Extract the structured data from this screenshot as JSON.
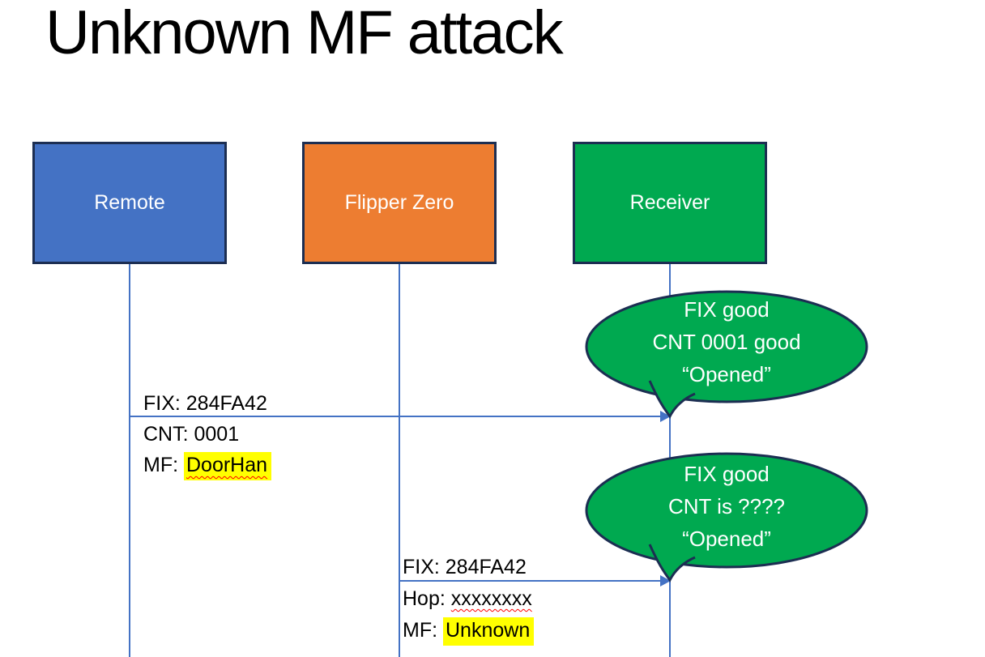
{
  "slide": {
    "title": "Unknown MF attack"
  },
  "actors": [
    {
      "label": "Remote",
      "fill": "#4472C4"
    },
    {
      "label": "Flipper Zero",
      "fill": "#ED7D31"
    },
    {
      "label": "Receiver",
      "fill": "#00A950"
    }
  ],
  "messages": [
    {
      "from": "Remote",
      "to": "Receiver",
      "fix_line": "FIX: 284FA42",
      "cnt_line": "CNT: 0001",
      "mf_prefix": "MF: ",
      "mf_value": "DoorHan"
    },
    {
      "from": "Flipper Zero",
      "to": "Receiver",
      "fix_line": "FIX: 284FA42",
      "hop_prefix": "Hop: ",
      "hop_value": "xxxxxxxx",
      "mf_prefix": "MF: ",
      "mf_value": "Unknown"
    }
  ],
  "callouts": [
    {
      "line1": "FIX good",
      "line2": "CNT 0001 good",
      "line3": "“Opened”"
    },
    {
      "line1": "FIX good",
      "line2": "CNT is ????",
      "line3": "“Opened”"
    }
  ],
  "colors": {
    "actor_remote_fill": "#4472C4",
    "actor_flipper_fill": "#ED7D31",
    "actor_receiver_fill": "#00A950",
    "callout_fill": "#00A950",
    "shape_outline": "#1C2E52",
    "connector": "#4472C4",
    "highlight": "#FFFF00",
    "spellcheck_underline": "#FF0000",
    "title_text": "#000000",
    "actor_text": "#FFFFFF",
    "callout_text": "#FFFFFF",
    "message_text": "#000000"
  }
}
